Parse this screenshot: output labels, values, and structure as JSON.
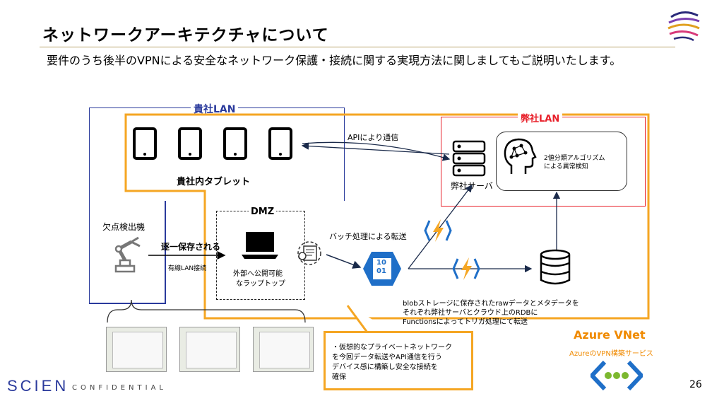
{
  "slide": {
    "title": "ネットワークアーキテクチャについて",
    "intro": "要件のうち後半のVPNによる安全なネットワーク保護・接続に関する実現方法に関しましてもご説明いたします。",
    "page_number": "26",
    "footer_brand": "SCIEN",
    "footer_confidential": "CONFIDENTIAL"
  },
  "diagram": {
    "customer_lan_label": "貴社LAN",
    "our_lan_label": "弊社LAN",
    "tablets_label": "貴社内タブレット",
    "api_label": "APIにより通信",
    "server_label": "弊社サーバ",
    "ai_label_line1": "2値分類アルゴリズム",
    "ai_label_line2": "による異常検知",
    "defect_machine_label": "欠点検出機",
    "sequential_save_label": "逐一保存される",
    "wired_lan_label": "有線LAN接続",
    "dmz_label": "DMZ",
    "laptop_label_line1": "外部へ公開可能",
    "laptop_label_line2": "なラップトップ",
    "batch_label": "バッチ処理による転送",
    "blob_line1": "blobストレージに保存されたrawデータとメタデータを",
    "blob_line2": "それぞれ弊社サーバとクラウド上のRDBに",
    "blob_line3": "Functionsによってトリガ処理にて転送",
    "azure_vnet_label": "Azure VNet",
    "azure_vpn_label": "AzureのVPN構築サービス",
    "callout_line1": "・仮想的なプライベートネットワーク",
    "callout_line2": "を今回データ転送やAPI通信を行う",
    "callout_line3": "デバイス感に構築し安全な接続を",
    "callout_line4": "確保",
    "storage_icon_text_top": "10",
    "storage_icon_text_bottom": "01"
  },
  "colors": {
    "orange": "#f5a623",
    "blue": "#2a3a9c",
    "red": "#e8202a",
    "azure_blue": "#1f6fc8",
    "vnet_orange": "#f08a00"
  }
}
